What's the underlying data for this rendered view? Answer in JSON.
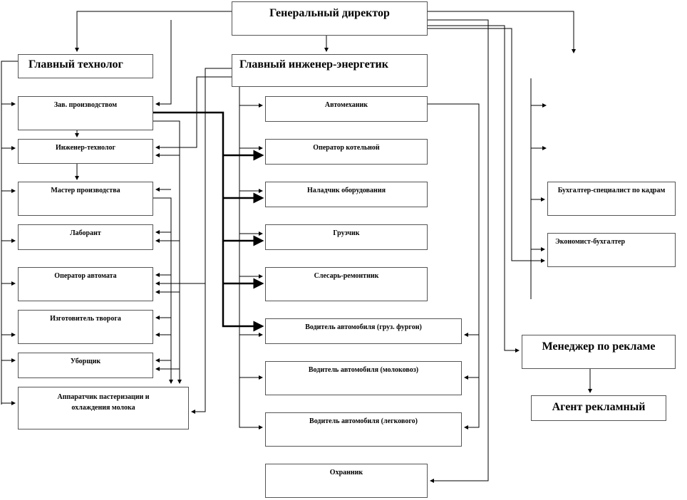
{
  "director": "Генеральный директор",
  "chief_technologist": "Главный технолог",
  "chief_engineer": "Главный инженер-энергетик",
  "technologist_staff": [
    "Зав. производством",
    "Инженер-технолог",
    "Мастер производства",
    "Лаборант",
    "Оператор автомата",
    "Изготовитель творога",
    "Уборщик",
    "Аппаратчик пастеризации и охлаждения молока"
  ],
  "engineer_staff": [
    "Автомеханик",
    "Оператор котельной",
    "Наладчик оборудования",
    "Грузчик",
    "Слесарь-ремонтник",
    "Водитель автомобиля (груз. фургон)",
    "Водитель автомобиля (молоковоз)",
    "Водитель автомобиля (легкового)",
    "Охранник"
  ],
  "accounting_staff": [
    "Бухгалтер-специалист по кадрам",
    "Экономист-бухгалтер"
  ],
  "ad_manager": "Менеджер по рекламе",
  "ad_agent": "Агент рекламный"
}
